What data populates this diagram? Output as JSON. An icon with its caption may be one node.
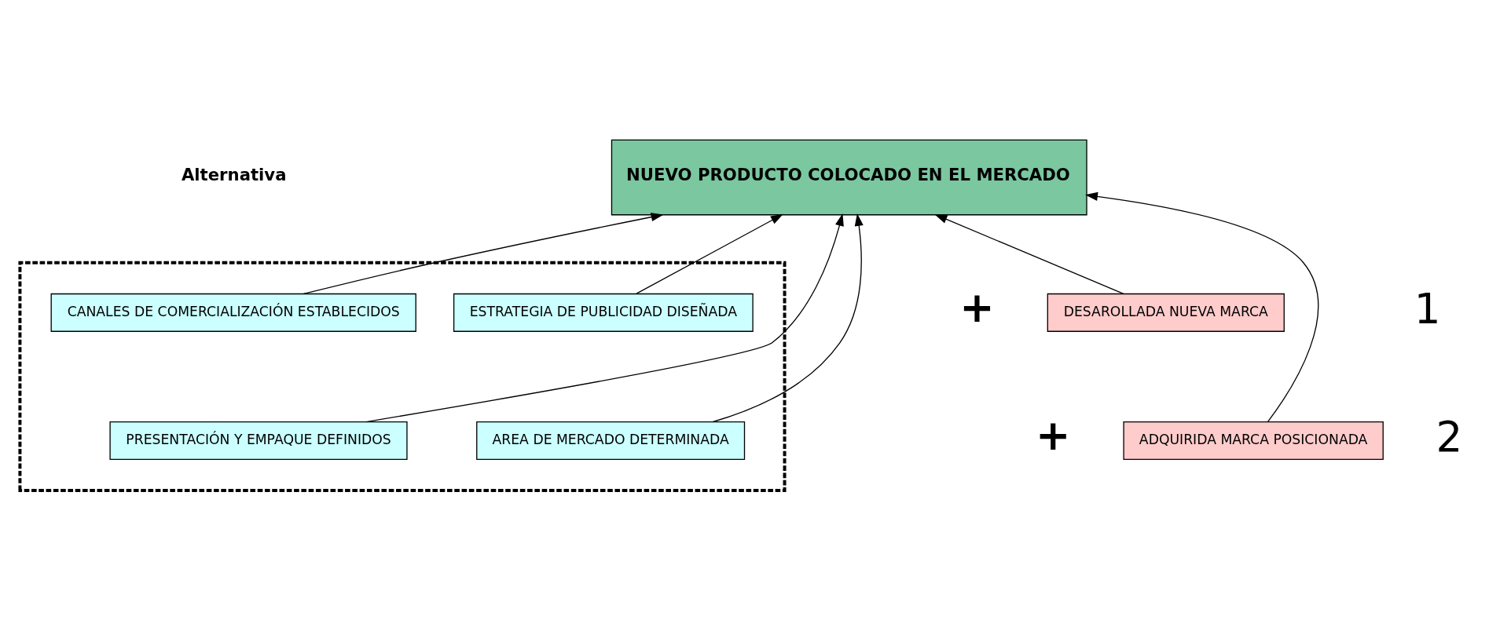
{
  "diagram": {
    "nodes": [
      {
        "text": [
          "NUEVO PRODUCTO COLOCADO EN EL MERCADO"
        ]
      },
      {
        "text": [],
        "shape": "box"
      },
      {
        "text": [
          "CANALES DE COMERCIALIZACIÓN ESTABLECIDOS"
        ],
        "in": 1
      },
      {
        "text": [
          "PRESENTACIÓN Y EMPAQUE DEFINIDOS"
        ],
        "in": 1
      },
      {
        "text": [
          "ESTRATEGIA DE PUBLICIDAD DISEÑADA"
        ],
        "in": 1
      },
      {
        "text": [
          "AREA DE MERCADO DETERMINADA"
        ],
        "in": 1
      },
      {
        "text": [
          "DESAROLLADA NUEVA MARCA"
        ]
      },
      {
        "text": [
          "ADQUIRIDA MARCA POSICIONADA"
        ]
      }
    ],
    "edges": [
      {
        "from": 2,
        "to": 0,
        "arrow": "to"
      },
      {
        "from": 3,
        "to": 0,
        "arrow": "to"
      },
      {
        "from": 4,
        "to": 0,
        "arrow": "to"
      },
      {
        "from": 5,
        "to": 0,
        "arrow": "to"
      },
      {
        "from": 6,
        "to": 0,
        "arrow": "to"
      },
      {
        "from": 7,
        "to": 0,
        "arrow": "to"
      }
    ],
    "labels": [
      "Alternativa",
      "+",
      "1",
      "+",
      "2"
    ]
  }
}
